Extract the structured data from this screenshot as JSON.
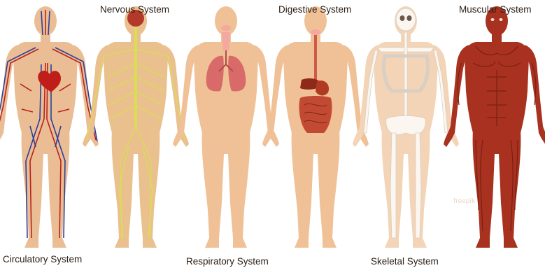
{
  "figures": [
    {
      "key": "circulatory",
      "label": "Circulatory System",
      "skin": "#eabd94",
      "accent": "#b8231c",
      "accent2": "#2d3f9a"
    },
    {
      "key": "nervous",
      "label": "Nervous System",
      "skin": "#e9c08e",
      "accent": "#d9e24a",
      "accent2": "#b33a2a"
    },
    {
      "key": "respiratory",
      "label": "Respiratory System",
      "skin": "#f0c196",
      "accent": "#d86a6a",
      "accent2": "#f3a8a0"
    },
    {
      "key": "digestive",
      "label": "Digestive System",
      "skin": "#f0c196",
      "accent": "#b03a22",
      "accent2": "#f3a8a0"
    },
    {
      "key": "skeletal",
      "label": "Skeletal System",
      "skin": "#f3d4b6",
      "accent": "#fbf7f0",
      "accent2": "#d9cfc2"
    },
    {
      "key": "muscular",
      "label": "Muscular System",
      "skin": "#a8321f",
      "accent": "#c44a2e",
      "accent2": "#7a1f14"
    }
  ],
  "watermark": "freepik"
}
